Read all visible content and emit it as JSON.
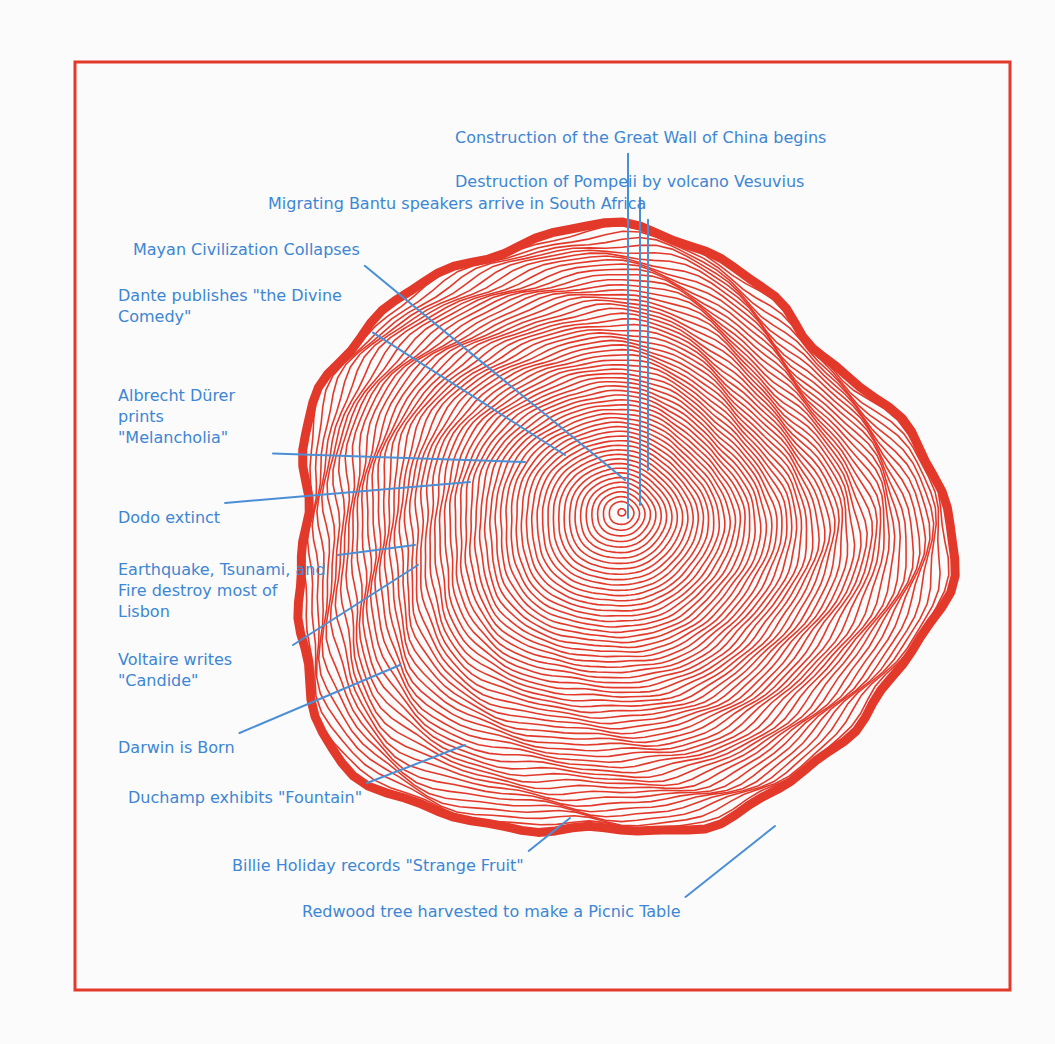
{
  "diagram": {
    "labels": [
      "Construction of the Great Wall of China begins",
      "Destruction of Pompeii by volcano Vesuvius",
      "Migrating Bantu speakers arrive in South Africa",
      "Mayan Civilization Collapses",
      "Dante publishes \"the Divine Comedy\"",
      "Albrecht Dürer prints \"Melancholia\"",
      "Dodo extinct",
      "Earthquake, Tsunami, and Fire destroy most of Lisbon",
      "Voltaire writes \"Candide\"",
      "Darwin is Born",
      "Duchamp exhibits \"Fountain\"",
      "Billie Holiday records \"Strange Fruit\"",
      "Redwood tree harvested to make a Picnic Table"
    ]
  }
}
